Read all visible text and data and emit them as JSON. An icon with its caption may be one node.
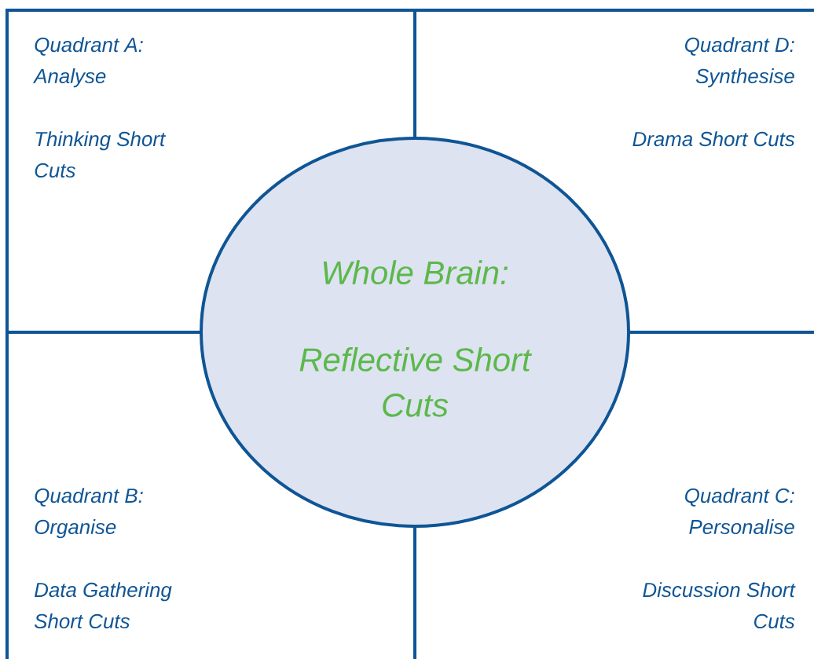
{
  "diagram": {
    "nodes": [
      {
        "text": [
          "Whole Brain:",
          "Reflective Short Cuts"
        ]
      }
    ],
    "labels": [
      "Quadrant A: Analyse",
      "Thinking Short Cuts",
      "Quadrant D: Synthesise",
      "Drama Short Cuts",
      "Quadrant B: Organise",
      "Data Gathering Short Cuts",
      "Quadrant C: Personalise",
      "Discussion Short Cuts"
    ]
  }
}
